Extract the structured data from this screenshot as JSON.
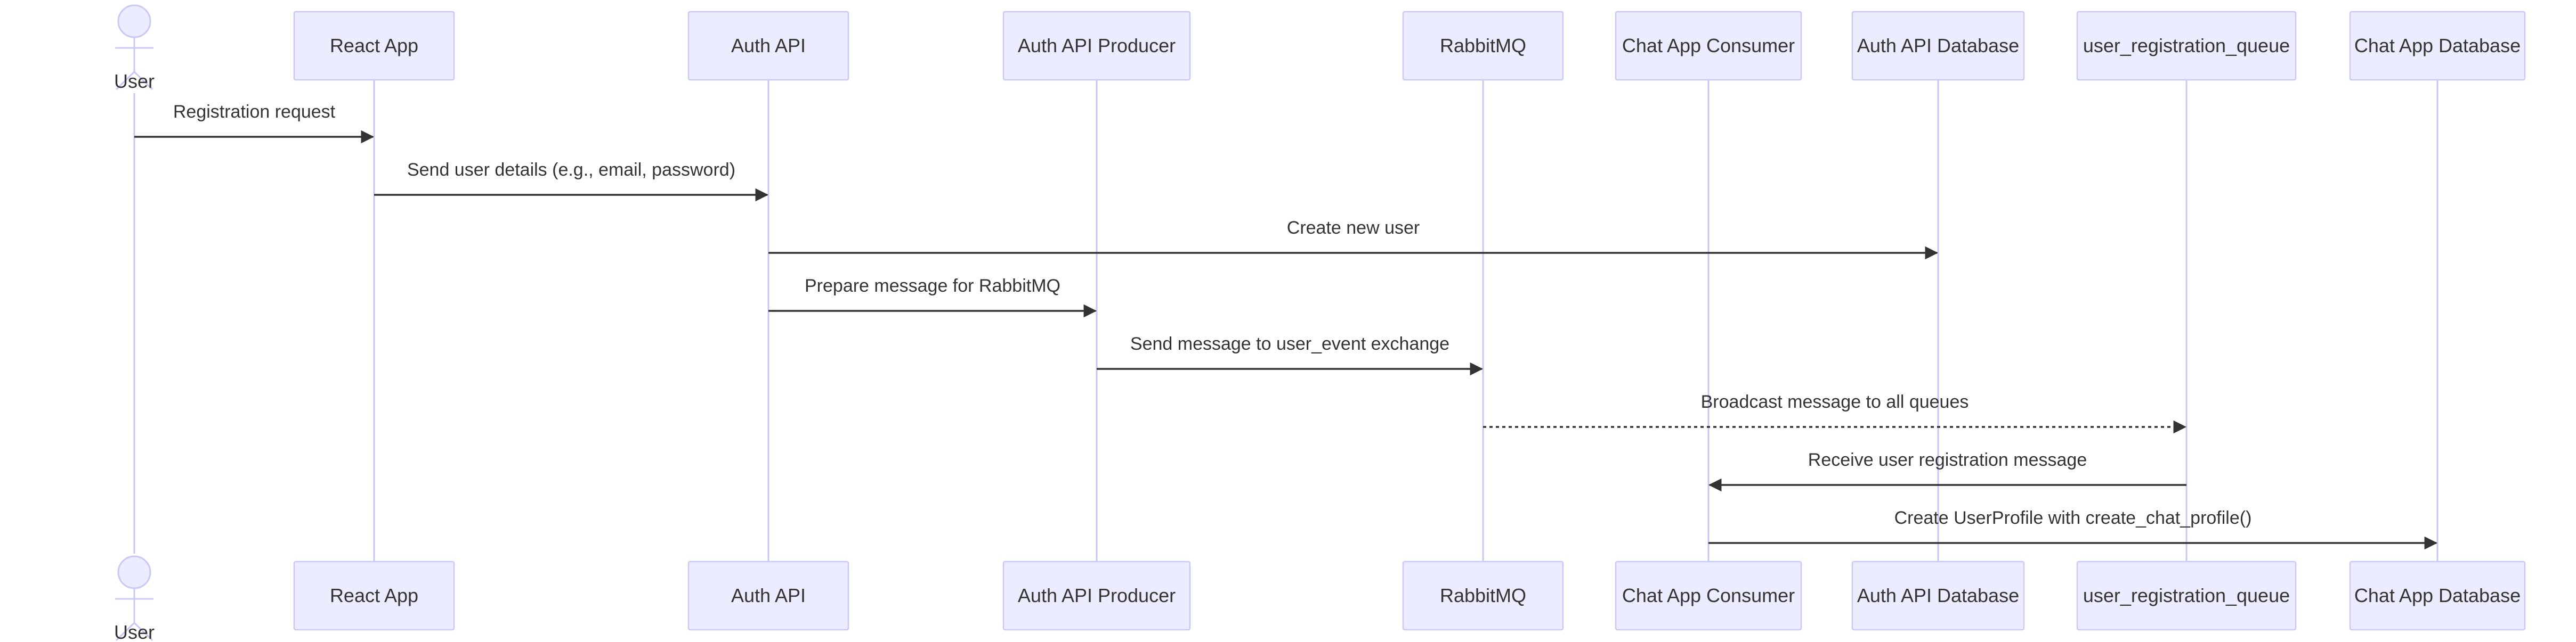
{
  "actor": {
    "label": "User"
  },
  "participants": [
    {
      "id": "react",
      "label": "React App"
    },
    {
      "id": "auth",
      "label": "Auth API"
    },
    {
      "id": "producer",
      "label": "Auth API Producer"
    },
    {
      "id": "rabbit",
      "label": "RabbitMQ"
    },
    {
      "id": "consumer",
      "label": "Chat App Consumer"
    },
    {
      "id": "authdb",
      "label": "Auth API Database"
    },
    {
      "id": "queue",
      "label": "user_registration_queue"
    },
    {
      "id": "chatdb",
      "label": "Chat App Database"
    }
  ],
  "messages": [
    {
      "from": "user",
      "to": "react",
      "label": "Registration request",
      "style": "solid"
    },
    {
      "from": "react",
      "to": "auth",
      "label": "Send user details (e.g., email, password)",
      "style": "solid"
    },
    {
      "from": "auth",
      "to": "authdb",
      "label": "Create new user",
      "style": "solid"
    },
    {
      "from": "auth",
      "to": "producer",
      "label": "Prepare message for RabbitMQ",
      "style": "solid"
    },
    {
      "from": "producer",
      "to": "rabbit",
      "label": "Send message to user_event exchange",
      "style": "solid"
    },
    {
      "from": "rabbit",
      "to": "queue",
      "label": "Broadcast message to all queues",
      "style": "dotted"
    },
    {
      "from": "queue",
      "to": "consumer",
      "label": "Receive user registration message",
      "style": "solid"
    },
    {
      "from": "consumer",
      "to": "chatdb",
      "label": "Create UserProfile with create_chat_profile()",
      "style": "solid"
    }
  ]
}
